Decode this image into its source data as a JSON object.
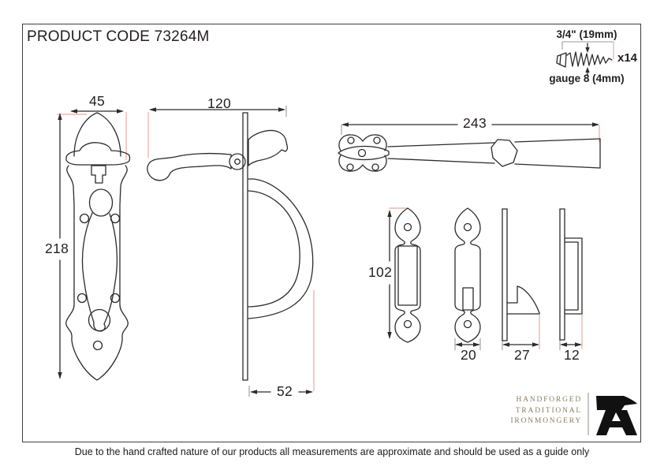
{
  "title": "PRODUCT CODE 73264M",
  "screw_spec": {
    "length": "3/4\" (19mm)",
    "quantity": "x14",
    "gauge": "gauge 8 (4mm)"
  },
  "dimensions": {
    "handle_plate_width_mm": "45",
    "handle_plate_height_mm": "218",
    "thumb_lever_length_mm": "120",
    "handle_projection_mm": "52",
    "latch_bar_length_mm": "243",
    "keeper_plate_height_mm": "102",
    "striker_plate_width_mm": "20",
    "latch_catch_projection_mm": "27",
    "keeper_projection_mm": "12"
  },
  "logo": {
    "line1": "HANDFORGED",
    "line2": "TRADITIONAL",
    "line3": "IRONMONGERY"
  },
  "disclaimer": "Due to the hand crafted nature of our products all measurements are approximate and should be used as a guide only",
  "colors": {
    "line": "#2b2b2b",
    "extension_line": "#f0a8a2",
    "logo_text": "#8c7b5e",
    "border": "#3d3d3d"
  }
}
